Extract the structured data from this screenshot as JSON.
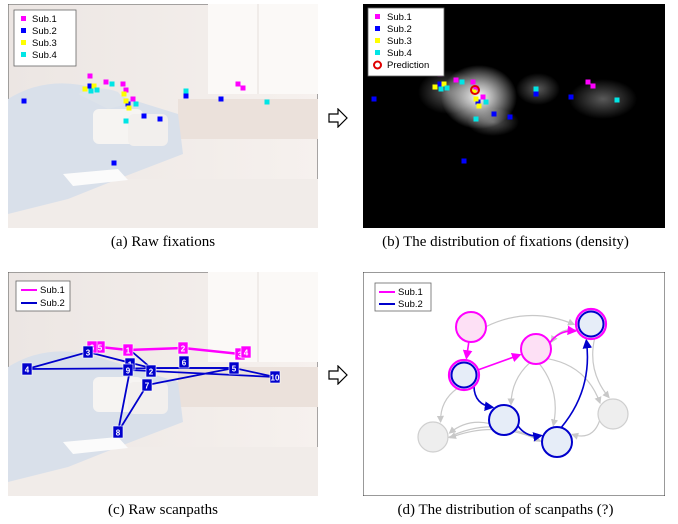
{
  "captions": {
    "a": "(a) Raw fixations",
    "b": "(b) The distribution of fixations (density)",
    "c": "(c) Raw scanpaths",
    "d": "(d) The distribution of scanpaths (?)"
  },
  "legend_fix": [
    "Sub.1",
    "Sub.2",
    "Sub.3",
    "Sub.4"
  ],
  "legend_prediction": "Prediction",
  "legend_scan": [
    "Sub.1",
    "Sub.2"
  ],
  "colors": {
    "sub1": "#ff00ff",
    "sub2": "#0000ff",
    "sub3": "#ffff00",
    "sub4": "#00e5e5",
    "path1": "#ff00ff",
    "path2": "#0000cc",
    "prediction": "#e00000"
  },
  "scan_labels_sub1": [
    "1",
    "2",
    "3",
    "4",
    "5",
    "6"
  ],
  "scan_labels_sub2": [
    "1",
    "2",
    "3",
    "4",
    "5",
    "6",
    "7",
    "8",
    "9",
    "10"
  ]
}
